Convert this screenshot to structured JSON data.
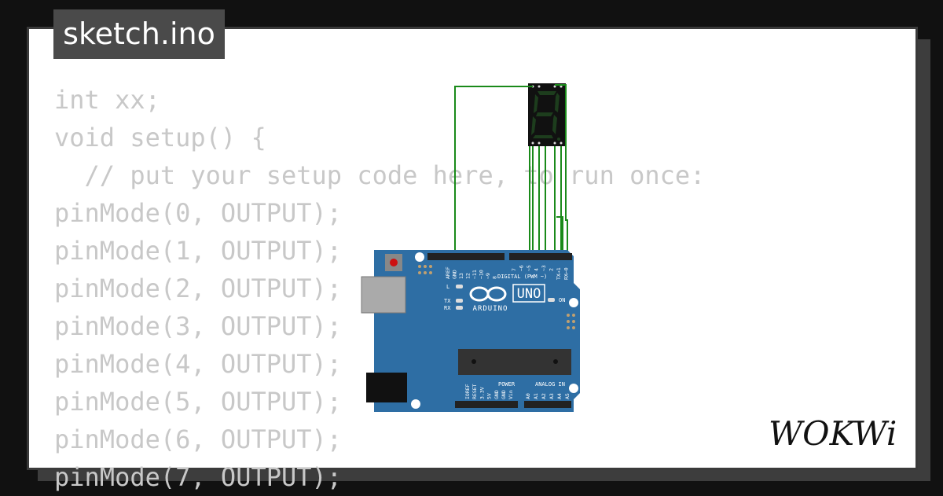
{
  "file_tab": {
    "name": "sketch.ino"
  },
  "code_lines": [
    "int xx;",
    "void setup() {",
    "  // put your setup code here, to run once:",
    "pinMode(0, OUTPUT);",
    "pinMode(1, OUTPUT);",
    "pinMode(2, OUTPUT);",
    "pinMode(3, OUTPUT);",
    "pinMode(4, OUTPUT);",
    "pinMode(5, OUTPUT);",
    "pinMode(6, OUTPUT);",
    "pinMode(7, OUTPUT);"
  ],
  "board": {
    "model": "UNO",
    "brand": "ARDUINO",
    "digital_label": "DIGITAL (PWM ~)",
    "power_label": "POWER",
    "analog_label": "ANALOG IN",
    "led_l": "L",
    "led_tx": "TX",
    "led_rx": "RX",
    "led_on": "ON",
    "top_pins": [
      "AREF",
      "GND",
      "13",
      "12",
      "~11",
      "~10",
      "~9",
      "8",
      "7",
      "~6",
      "~5",
      "4",
      "~3",
      "2",
      "TX→1",
      "RX←0"
    ],
    "power_pins": [
      "IOREF",
      "RESET",
      "3.3V",
      "5V",
      "GND",
      "GND",
      "Vin"
    ],
    "analog_pins": [
      "A0",
      "A1",
      "A2",
      "A3",
      "A4",
      "A5"
    ]
  },
  "colors": {
    "board_blue": "#2e6ea4",
    "wire_green": "#1a8a1a",
    "code_text": "#c8c8c8",
    "tab_bg": "#4a4a4a"
  },
  "logo_text": "WOKWi"
}
